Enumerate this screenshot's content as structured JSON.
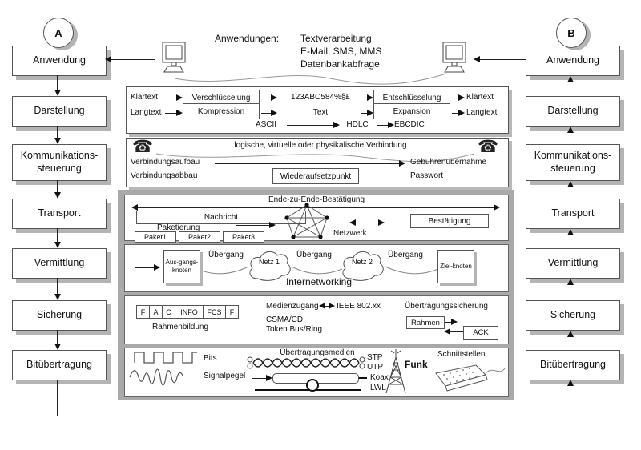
{
  "node_a": "A",
  "node_b": "B",
  "layers": [
    "Anwendung",
    "Darstellung",
    "Kommunikations-steuerung",
    "Transport",
    "Vermittlung",
    "Sicherung",
    "Bitübertragung"
  ],
  "header": {
    "anwendungen_label": "Anwendungen:",
    "apps": [
      "Textverarbeitung",
      "E-Mail, SMS, MMS",
      "Datenbankabfrage"
    ]
  },
  "darstellung": {
    "row1": {
      "left": "Klartext",
      "process": "Verschlüsselung",
      "result": "123ABC584%§£",
      "process2": "Entschlüsselung",
      "right": "Klartext"
    },
    "row2": {
      "left": "Langtext",
      "process": "Kompression",
      "result": "Text",
      "process2": "Expansion",
      "right": "Langtext"
    },
    "row3": {
      "left": "ASCII",
      "mid": "HDLC",
      "right": "EBCDIC"
    }
  },
  "kommunikation": {
    "title": "logische, virtuelle oder physikalische Verbindung",
    "aufbau": "Verbindungsaufbau",
    "abbau": "Verbindungsabbau",
    "wiederaufsetzpunkt": "Wiederaufsetzpunkt",
    "gebuehren": "Gebührenübernahme",
    "passwort": "Passwort"
  },
  "transport": {
    "title": "Ende-zu-Ende-Bestätigung",
    "nachricht": "Nachricht",
    "paketierung": "Paketierung",
    "pakete": [
      "Paket1",
      "Paket2",
      "Paket3"
    ],
    "netzwerk": "Netzwerk",
    "bestaetigung": "Bestätigung"
  },
  "vermittlung": {
    "ausgangsknoten": "Aus-gangs-knoten",
    "uebergang": "Übergang",
    "netz1": "Netz 1",
    "netz2": "Netz 2",
    "internetworking": "Internetworking",
    "zielknoten": "Ziel-knoten"
  },
  "sicherung": {
    "frame_cells": [
      "F",
      "A",
      "C",
      "INFO",
      "FCS",
      "F"
    ],
    "rahmenbildung": "Rahmenbildung",
    "medienzugang": "Medienzugang",
    "ieee": "IEEE 802.xx",
    "csma": "CSMA/CD",
    "token": "Token Bus/Ring",
    "sicherungstitel": "Übertragungssicherung",
    "rahmen": "Rahmen",
    "ack": "ACK"
  },
  "bit": {
    "bits": "Bits",
    "signalpegel": "Signalpegel",
    "medien": "Übertragungsmedien",
    "stp": "STP",
    "utp": "UTP",
    "koax": "Koax",
    "lwl": "LWL",
    "funk": "Funk",
    "schnittstellen": "Schnittstellen"
  },
  "colors": {
    "shadow": "#b4b4b4",
    "container_grey": "#a9a9a9",
    "line": "#222222",
    "wave_grey": "#999999"
  }
}
